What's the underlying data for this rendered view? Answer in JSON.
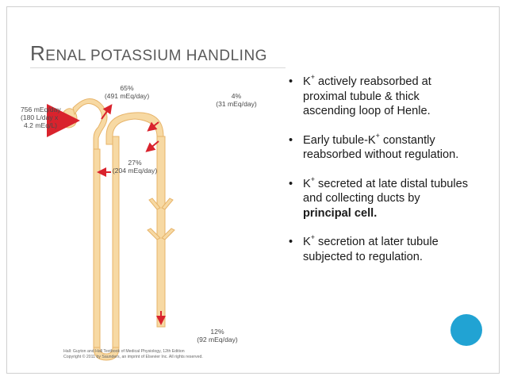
{
  "slide": {
    "title_cap": "R",
    "title_rest": "ENAL POTASSIUM HANDLING"
  },
  "diagram": {
    "input": [
      "756 mEq/day",
      "(180 L/day x",
      "4.2 mEq/L)"
    ],
    "proximal": [
      "65%",
      "(491 mEq/day)"
    ],
    "distal": [
      "4%",
      "(31 mEq/day)"
    ],
    "loop": [
      "27%",
      "(204 mEq/day)"
    ],
    "output": [
      "12%",
      "(92 mEq/day)"
    ],
    "credit": [
      "Hall: Guyton and Hall Textbook of Medical Physiology, 12th Edition",
      "Copyright © 2011 by Saunders, an imprint of Elsevier Inc. All rights reserved."
    ],
    "colors": {
      "tubule_fill": "#f7d9a3",
      "tubule_edge": "#e7b46a",
      "arrow": "#d9232d"
    }
  },
  "bullets": [
    {
      "k": "K",
      "sup": "+",
      "text": " actively reabsorbed at proximal tubule & thick ascending loop of Henle."
    },
    {
      "pre": "Early tubule-K",
      "sup": "+",
      "text": " constantly reabsorbed without regulation."
    },
    {
      "k": "K",
      "sup": "+",
      "text": " secreted at late distal tubules and collecting ducts by ",
      "bold": "principal cell."
    },
    {
      "k": "K",
      "sup": "+",
      "text": " secretion at later tubule subjected to regulation."
    }
  ],
  "decor": {
    "accent_circle_color": "#21a3d3"
  }
}
